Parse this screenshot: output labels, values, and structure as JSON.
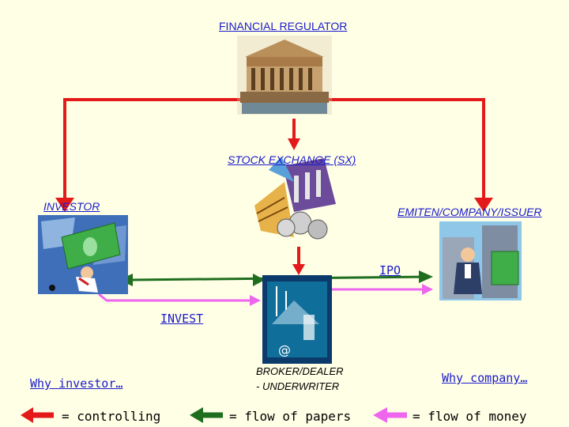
{
  "nodes": {
    "regulator": "FINANCIAL REGULATOR",
    "exchange": "STOCK EXCHANGE (SX)",
    "investor": "INVESTOR",
    "issuer": "EMITEN/COMPANY/ISSUER",
    "broker_line1": "BROKER/DEALER",
    "broker_line2": "- UNDERWRITER"
  },
  "edges": {
    "ipo": "IPO",
    "invest": "INVEST"
  },
  "notes": {
    "why_investor": "Why investor…",
    "why_company": "Why company…"
  },
  "legend": [
    {
      "label": "= controlling",
      "color": "#e41a1a"
    },
    {
      "label": "= flow of papers",
      "color": "#1f6e1f"
    },
    {
      "label": "= flow of money",
      "color": "#ee66ee"
    }
  ],
  "colors": {
    "background": "#ffffe6",
    "controlling": "#e41a1a",
    "papers": "#1f6e1f",
    "money": "#ee66ee",
    "text": "#1a1acc"
  },
  "icons": [
    "building-icon",
    "exchange-icon",
    "investor-icon",
    "issuer-icon",
    "broker-icon"
  ]
}
